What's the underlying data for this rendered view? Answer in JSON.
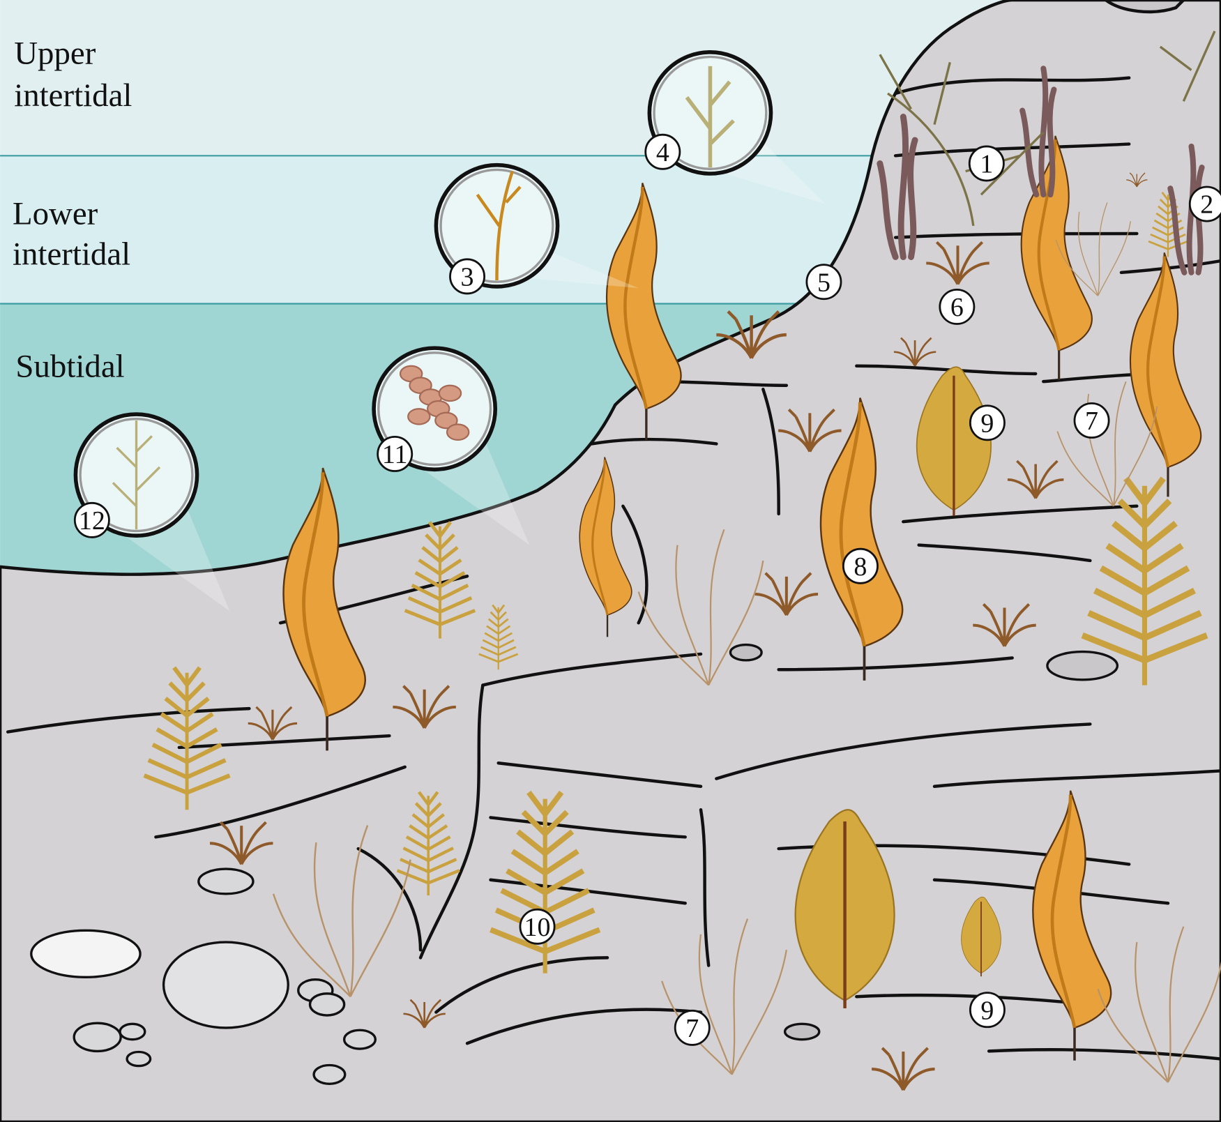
{
  "zones": {
    "upper": [
      "Upper",
      "intertidal"
    ],
    "lower": [
      "Lower",
      "intertidal"
    ],
    "subtidal": "Subtidal"
  },
  "labels": [
    "1",
    "2",
    "3",
    "4",
    "5",
    "6",
    "7",
    "7",
    "8",
    "9",
    "9",
    "10",
    "11",
    "12"
  ],
  "colors": {
    "upper_band": "#e1eff0",
    "lower_band": "#d8eef0",
    "subtidal_water": "#9fd5d3",
    "zone_line": "#3e9da0",
    "rock": "#d4d2d4",
    "kelp": "#e9a23b",
    "fern": "#c9a23f",
    "bush": "#8f5a2a",
    "stalk": "#7a5a5a"
  }
}
